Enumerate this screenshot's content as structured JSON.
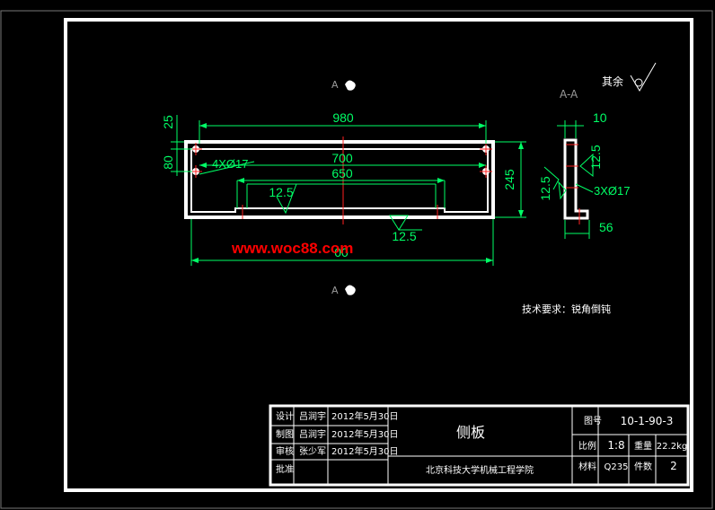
{
  "watermark": "www.woc88.com",
  "front_view": {
    "dims": {
      "overall_length": "980",
      "inner_length": "700",
      "slot_length": "650",
      "height": "245",
      "top_offset": "25",
      "hole_spacing": "80",
      "hole_callout": "4XØ17",
      "roughness_inner": "12.5",
      "roughness_bottom": "12.5",
      "bottom_hidden": "00"
    },
    "section_label_top": "A",
    "section_label_bottom": "A"
  },
  "side_view": {
    "title": "A-A",
    "dims": {
      "thickness": "10",
      "roughness_right": "12.5",
      "roughness_left": "12.5",
      "hole_callout": "3XØ17",
      "flange": "56"
    }
  },
  "roughness_note": "其余",
  "tech_req": "技术要求：锐角倒钝",
  "title_block": {
    "rows": [
      {
        "role": "设计",
        "name": "吕润宇",
        "date": "2012年5月30日"
      },
      {
        "role": "制图",
        "name": "吕润宇",
        "date": "2012年5月30日"
      },
      {
        "role": "审核",
        "name": "张少军",
        "date": "2012年5月30日"
      },
      {
        "role": "批准",
        "name": "",
        "date": ""
      }
    ],
    "part_name": "侧板",
    "school": "北京科技大学机械工程学院",
    "drawing_no_label": "图号",
    "drawing_no": "10-1-90-3",
    "scale_label": "比例",
    "scale": "1:8",
    "weight_label": "重量",
    "weight": "22.2kg",
    "material_label": "材料",
    "material": "Q235",
    "qty_label": "件数",
    "qty": "2"
  }
}
